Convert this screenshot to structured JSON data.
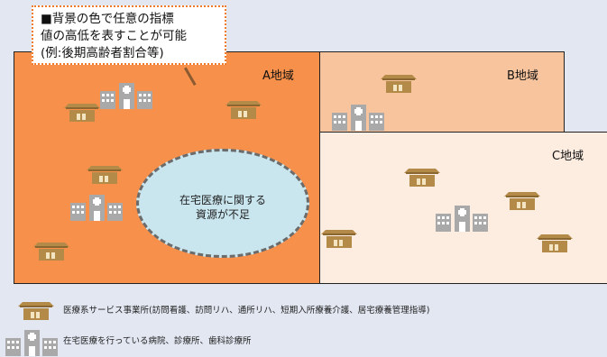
{
  "callout": {
    "lines": [
      "■背景の色で任意の指標",
      "値の高低を表すことが可能",
      "(例:後期高齢者割合等)"
    ]
  },
  "regions": {
    "a": "A地域",
    "b": "B地域",
    "c": "C地域"
  },
  "ellipse": {
    "lines": [
      "在宅医療に関する",
      "資源が不足"
    ]
  },
  "legend": {
    "service": "医療系サービス事業所(訪問看護、訪問リハ、通所リハ、短期入所療養介護、居宅療養管理指導)",
    "clinic": "在宅医療を行っている病院、診療所、歯科診療所"
  },
  "colors": {
    "region_a": "#f7904a",
    "region_b": "#f8c49e",
    "region_c": "#fdece0",
    "house": "#b48a48",
    "hospital": "#a9a9a9",
    "background": "#e2e7f2"
  },
  "icons": [
    "house-icon",
    "hospital-icon"
  ]
}
